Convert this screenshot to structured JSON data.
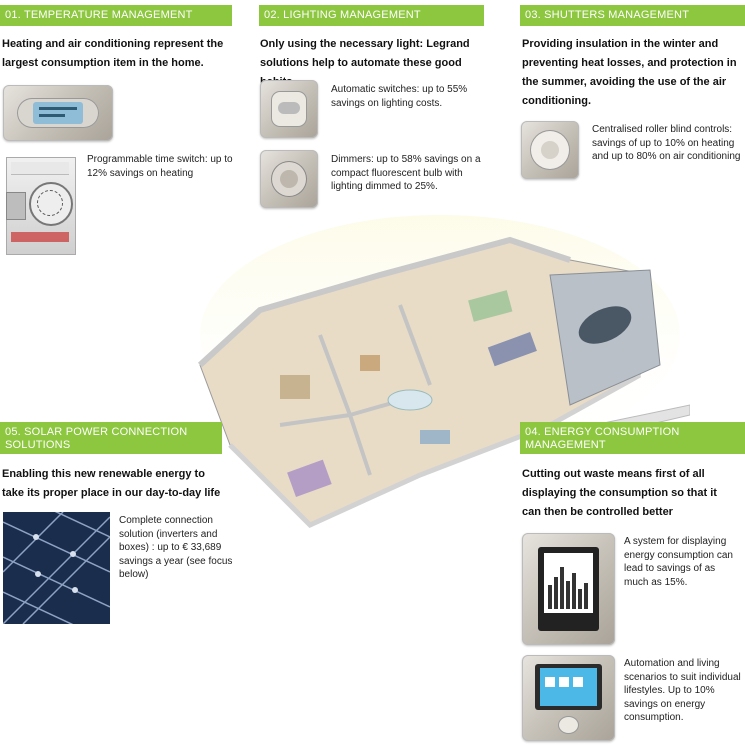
{
  "sections": {
    "temperature": {
      "header": "01. TEMPERATURE MANAGEMENT",
      "intro": "Heating and air conditioning represent the largest consumption item in the home.",
      "item1": "Programmable time switch: up to 12% savings on heating"
    },
    "lighting": {
      "header": "02. LIGHTING MANAGEMENT",
      "intro": "Only using the necessary light: Legrand solutions help to automate these good habits.",
      "item1": "Automatic switches: up to 55% savings on lighting costs.",
      "item2": "Dimmers: up to 58% savings on a compact fluorescent bulb with lighting dimmed to 25%."
    },
    "shutters": {
      "header": "03. SHUTTERS MANAGEMENT",
      "intro": "Providing insulation in the winter and preventing heat losses, and protection in the summer, avoiding the use of the air conditioning.",
      "item1": "Centralised roller blind controls: savings of up to 10% on heating and up to 80% on air conditioning"
    },
    "energy": {
      "header": "04. ENERGY CONSUMPTION MANAGEMENT",
      "intro": "Cutting out waste means first of all displaying the consumption so that it can then be controlled better",
      "item1": "A system for displaying energy consumption can lead to savings of as much as 15%.",
      "item2": "Automation and living scenarios to suit individual lifestyles. Up to 10% savings on energy consumption."
    },
    "solar": {
      "header": "05. SOLAR POWER CONNECTION SOLUTIONS",
      "intro": "Enabling this new renewable energy to take its proper place in our day-to-day life",
      "item1": "Complete connection solution (inverters and boxes) : up to € 33,689 savings a year (see focus below)"
    }
  },
  "colors": {
    "header_bg": "#8dc63f",
    "header_text": "#ffffff"
  },
  "product_images": [
    "thermostat-plate",
    "time-switch-module",
    "motion-detector-switch",
    "dimmer-switch",
    "roller-blind-control",
    "energy-display-touchscreen",
    "automation-touchscreen",
    "solar-panel"
  ]
}
